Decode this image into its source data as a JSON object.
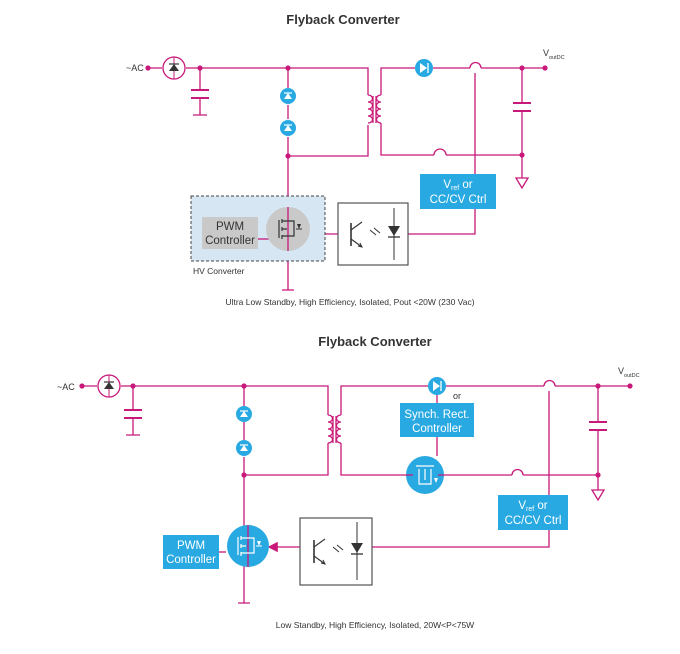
{
  "top": {
    "title": "Flyback Converter",
    "ac_label": "~AC",
    "vout_v": "V",
    "vout_sub": "outDC",
    "pwm_line1": "PWM",
    "pwm_line2": "Controller",
    "hv_label": "HV Converter",
    "vref_v": "V",
    "vref_sub": "ref",
    "vref_or": " or",
    "vref_line2": "CC/CV Ctrl",
    "caption": "Ultra Low Standby, High Efficiency, Isolated, Pout <20W (230 Vac)"
  },
  "bottom": {
    "title": "Flyback Converter",
    "ac_label": "~AC",
    "vout_v": "V",
    "vout_sub": "outDC",
    "or_label": "or",
    "sync_line1": "Synch. Rect.",
    "sync_line2": "Controller",
    "pwm_line1": "PWM",
    "pwm_line2": "Controller",
    "vref_v": "V",
    "vref_sub": "ref",
    "vref_or": " or",
    "vref_line2": "CC/CV Ctrl",
    "caption": "Low Standby, High Efficiency, Isolated, 20W<P<75W"
  },
  "colors": {
    "wire": "#c8187a",
    "block": "#29a9e1",
    "hv_box": "#d6e6f3",
    "mosfet_circle": "#c9c9c9"
  }
}
